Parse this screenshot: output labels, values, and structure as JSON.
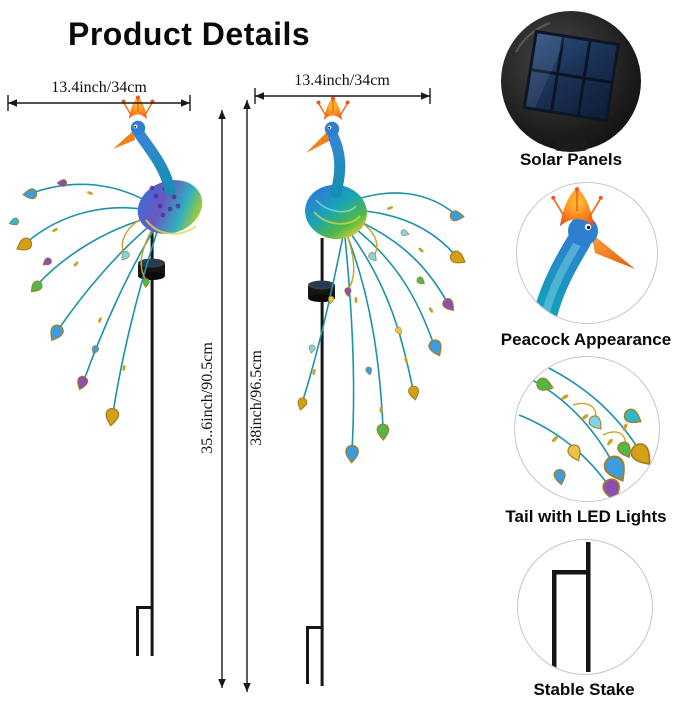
{
  "title": "Product Details",
  "diagram": {
    "left_peacock": {
      "width_label": "13.4inch/34cm",
      "height_label": "35..6inch/90.5cm"
    },
    "right_peacock": {
      "width_label": "13.4inch/34cm",
      "height_label": "38inch/96.5cm"
    }
  },
  "callouts": [
    {
      "label": "Solar Panels"
    },
    {
      "label": "Peacock Appearance"
    },
    {
      "label": "Tail with LED Lights"
    },
    {
      "label": "Stable Stake"
    }
  ],
  "colors": {
    "peacock_blue": "#2f7fd0",
    "peacock_teal": "#18a3b8",
    "peacock_green": "#7ac143",
    "peacock_yellow": "#ffd23f",
    "peacock_purple": "#6a57c0",
    "crest_orange": "#ff8a20",
    "gem_gold": "#d4a017",
    "gem_blue": "#3b9ddd",
    "stake_black": "#161616"
  }
}
